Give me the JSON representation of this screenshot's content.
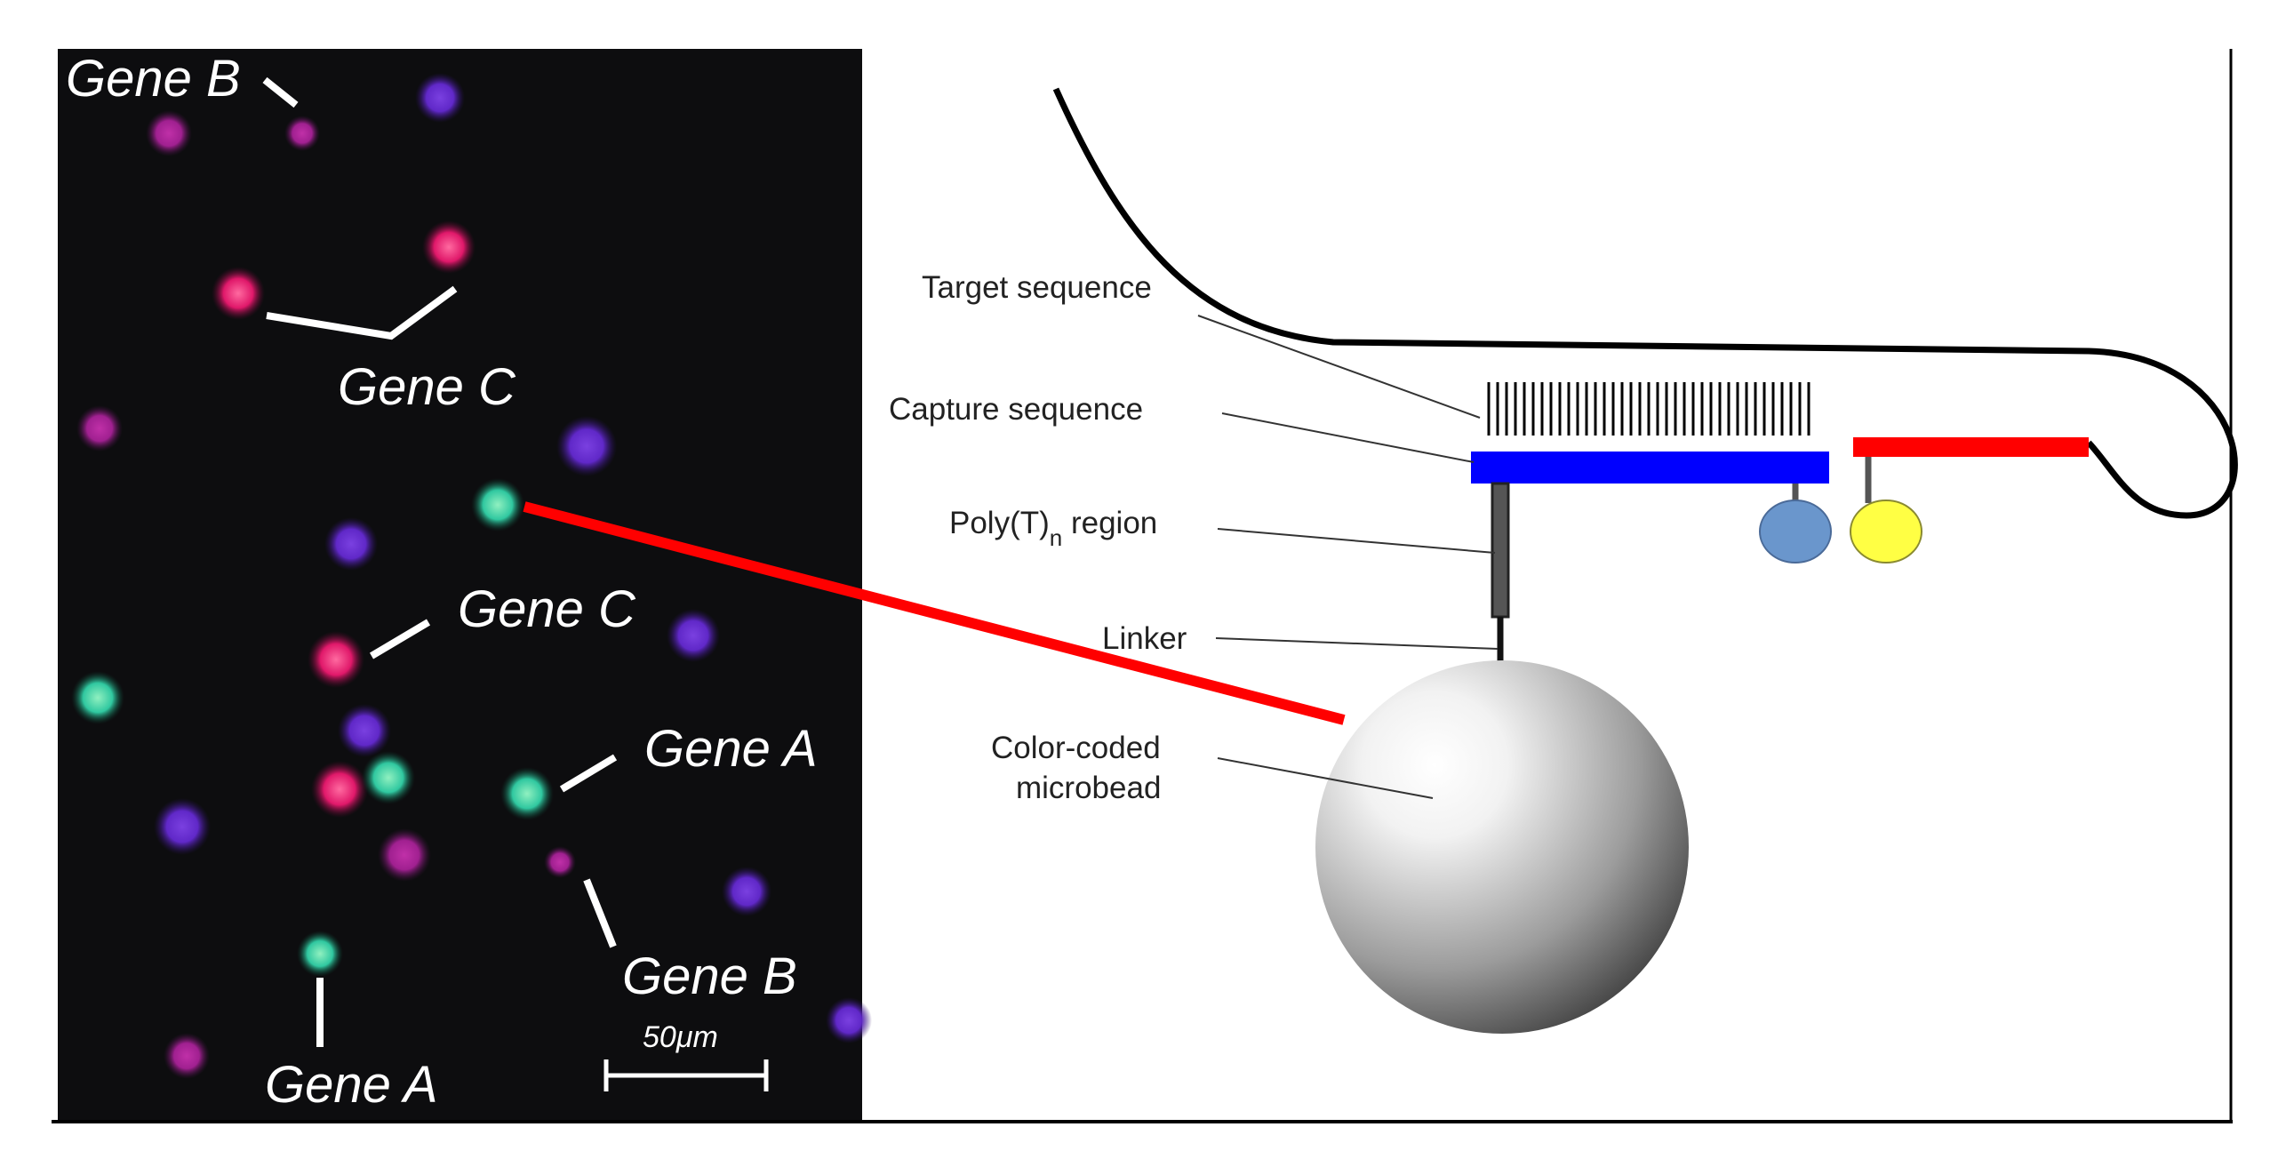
{
  "micrograph": {
    "labels": {
      "gene_b_top": "Gene B",
      "gene_c_upper": "Gene C",
      "gene_c_middle": "Gene C",
      "gene_a_right": "Gene A",
      "gene_b_bottom": "Gene B",
      "gene_a_bottom": "Gene A"
    },
    "scale_bar": "50μm"
  },
  "schematic": {
    "labels": {
      "target_sequence": "Target sequence",
      "capture_sequence": "Capture sequence",
      "polyt_prefix": "Poly(T)",
      "polyt_sub": "n",
      "polyt_suffix": " region",
      "linker": "Linker",
      "microbead_line1": "Color-coded",
      "microbead_line2": "microbead"
    }
  },
  "colors": {
    "micrograph_background": "#0d0d0f",
    "capture_bar": "#0000ff",
    "red_bar": "#ff0000",
    "connector_line": "#ff0000",
    "blue_dot": "#6a96cc",
    "yellow_dot": "#ffff44"
  }
}
